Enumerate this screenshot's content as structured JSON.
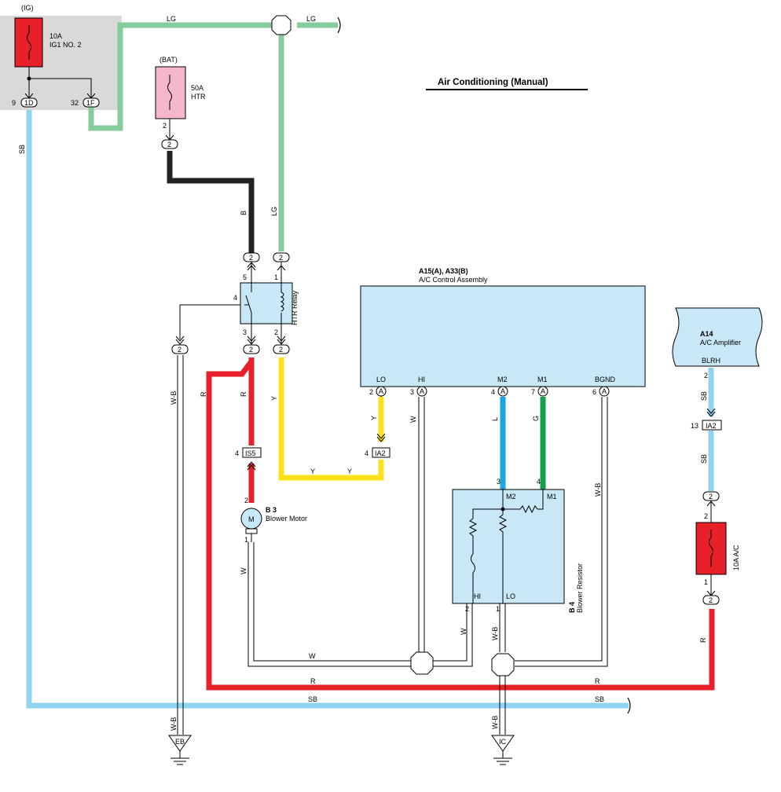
{
  "title": "Air Conditioning (Manual)",
  "ig_fuse": {
    "group": "(IG)",
    "rating": "10A",
    "name": "IG1 NO. 2",
    "pin_left": "9",
    "conn_left": "1D",
    "pin_right": "32",
    "conn_right": "1F"
  },
  "htr_fuse": {
    "group": "(BAT)",
    "rating": "50A",
    "name": "HTR",
    "pin": "2",
    "conn": "2"
  },
  "htr_relay": {
    "name": "HTR Relay",
    "pin5": "5",
    "pin1": "1",
    "pin4": "4",
    "pin3": "3",
    "pin2": "2",
    "conn": "2"
  },
  "control_assembly": {
    "code": "A15(A), A33(B)",
    "name": "A/C Control Assembly",
    "terms": [
      {
        "label": "LO",
        "pin": "2",
        "conn": "A"
      },
      {
        "label": "HI",
        "pin": "3",
        "conn": "A"
      },
      {
        "label": "M2",
        "pin": "4",
        "conn": "A"
      },
      {
        "label": "M1",
        "pin": "7",
        "conn": "A"
      },
      {
        "label": "BGND",
        "pin": "6",
        "conn": "A"
      }
    ]
  },
  "amplifier": {
    "code": "A14",
    "name": "A/C Amplifier",
    "term": "BLRH",
    "pin": "2"
  },
  "ia2_right": {
    "pin": "13",
    "name": "IA2"
  },
  "ia2_left": {
    "pin": "4",
    "name": "IA2"
  },
  "is5": {
    "pin": "4",
    "name": "IS5"
  },
  "blower_motor": {
    "code": "B 3",
    "name": "Blower Motor",
    "symbol": "M",
    "pin_top": "2",
    "pin_bottom": "1"
  },
  "blower_resistor": {
    "code": "B 4",
    "name": "Blower Resistor",
    "m2": "M2",
    "m1": "M1",
    "hi": "HI",
    "lo": "LO",
    "pin3": "3",
    "pin4": "4",
    "pin2": "2",
    "pin1": "1"
  },
  "ac_fuse": {
    "name": "10A A/C",
    "pin_top": "2",
    "pin_bottom": "1",
    "conn_top": "2",
    "conn_bottom": "2"
  },
  "grounds": {
    "left": "EB",
    "right": "IC"
  },
  "wires": {
    "lg": "LG",
    "sb": "SB",
    "b": "B",
    "y": "Y",
    "r": "R",
    "w": "W",
    "wb": "W-B",
    "l": "L",
    "g": "G"
  },
  "colors": {
    "lg": "#86cc9b",
    "sb": "#8fd3f1",
    "black": "#222222",
    "yellow": "#ffe11a",
    "red": "#e8202a",
    "blue": "#1ca5e0",
    "green": "#14a04a",
    "panel": "#c8e8f8",
    "fuse_red": "#e8202a",
    "fuse_pink": "#f4b6cc",
    "ig_bg": "#d9d9d9"
  }
}
